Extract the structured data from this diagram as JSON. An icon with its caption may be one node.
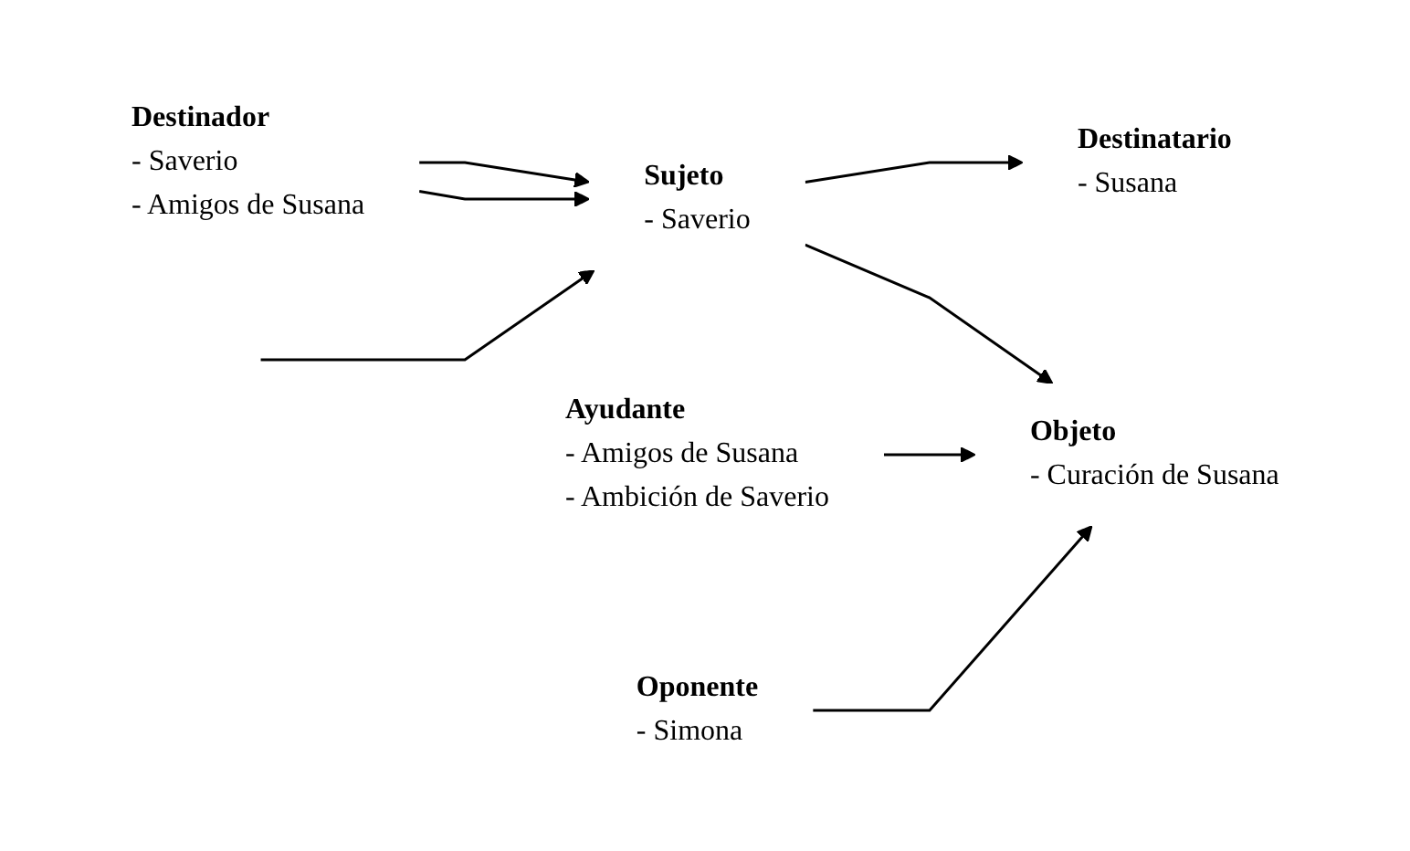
{
  "diagram": {
    "nodes": [
      {
        "text": [
          "Destinador",
          "- Saverio",
          "- Amigos de Susana"
        ]
      },
      {
        "text": [
          "Sujeto",
          "- Saverio"
        ]
      },
      {
        "text": [
          "Destinatario",
          "- Susana"
        ]
      },
      {
        "text": [
          "Ayudante",
          "- Amigos de Susana",
          "- Ambición de Saverio"
        ]
      },
      {
        "text": [
          "Objeto",
          "- Curación de Susana"
        ]
      },
      {
        "text": [
          "Oponente",
          "- Simona"
        ]
      }
    ],
    "edges": [
      {
        "from": 0,
        "to": 1,
        "arrow": "to"
      },
      {
        "from": 0,
        "to": 1,
        "arrow": "to"
      },
      {
        "from": 1,
        "to": 2,
        "arrow": "to"
      },
      {
        "from": 1,
        "to": 4,
        "arrow": "to"
      },
      {
        "from": 3,
        "to": 4,
        "arrow": "to"
      },
      {
        "from": 5,
        "to": 4,
        "arrow": "to"
      },
      {
        "from": null,
        "to": 1,
        "arrow": "to"
      }
    ]
  }
}
